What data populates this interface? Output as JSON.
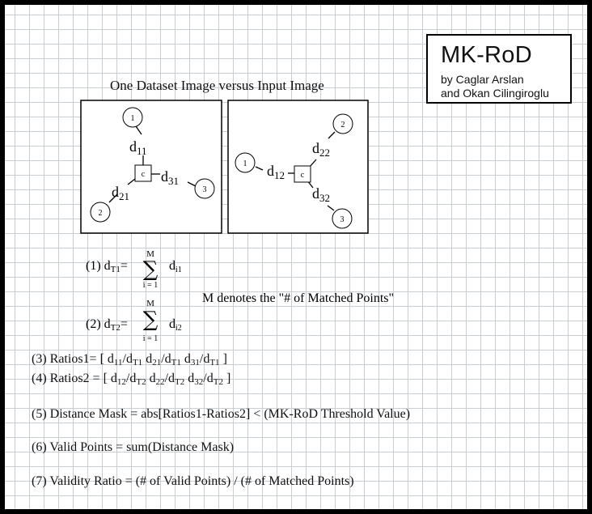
{
  "header": {
    "title": "MK-RoD",
    "byline": "by Caglar Arslan",
    "byline2": "and Okan Cilingiroglu"
  },
  "caption": "One Dataset Image versus Input Image",
  "diagram_left": {
    "center_label": "c",
    "nodes": [
      "1",
      "2",
      "3"
    ],
    "edges": [
      {
        "base": "d",
        "sub": "11"
      },
      {
        "base": "d",
        "sub": "21"
      },
      {
        "base": "d",
        "sub": "31"
      }
    ]
  },
  "diagram_right": {
    "center_label": "c",
    "nodes": [
      "1",
      "2",
      "3"
    ],
    "edges": [
      {
        "base": "d",
        "sub": "12"
      },
      {
        "base": "d",
        "sub": "22"
      },
      {
        "base": "d",
        "sub": "32"
      }
    ]
  },
  "formulas": {
    "f1": {
      "prefix": "(1) d",
      "sub": "T1",
      "eq": "=",
      "upper": "M",
      "sigma": "∑",
      "lower": "i = 1",
      "term": "d",
      "term_sub": "i1"
    },
    "f2": {
      "prefix": "(2) d",
      "sub": "T2",
      "eq": "=",
      "upper": "M",
      "sigma": "∑",
      "lower": "i = 1",
      "term": "d",
      "term_sub": "i2"
    },
    "m_note": "M denotes the \"# of Matched Points\"",
    "f3": {
      "a": "(3) Ratios1= [ d",
      "s1": "11",
      "b": "/d",
      "s2": "T1",
      "c": " d",
      "s3": "21",
      "d": "/d",
      "s4": "T1",
      "e": " d",
      "s5": "31",
      "f": "/d",
      "s6": "T1",
      "g": " ]"
    },
    "f4": {
      "a": "(4) Ratios2 = [ d",
      "s1": "12",
      "b": "/d",
      "s2": "T2",
      "c": " d",
      "s3": "22",
      "d": "/d",
      "s4": "T2",
      "e": " d",
      "s5": "32",
      "f": "/d",
      "s6": "T2",
      "g": " ]"
    },
    "f5": "(5) Distance Mask = abs[Ratios1-Ratios2] < (MK-RoD Threshold Value)",
    "f6": "(6) Valid Points = sum(Distance Mask)",
    "f7": "(7) Validity Ratio = (# of Valid Points) / (# of Matched Points)"
  }
}
